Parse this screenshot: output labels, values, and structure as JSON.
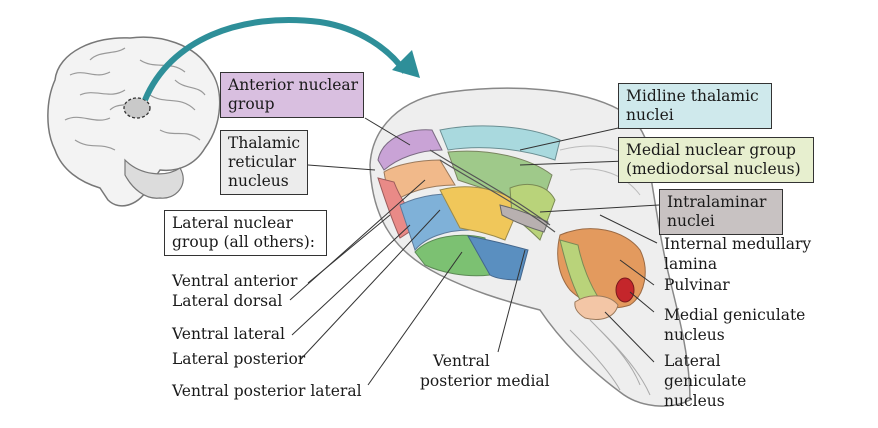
{
  "colors": {
    "anterior": "#d9bfe0",
    "reticular": "#ececec",
    "midline": "#cfe9ec",
    "medial": "#e7efcf",
    "intralaminar": "#c8c2c2",
    "lateral_group": "#ffffff",
    "arrow": "#2e8f99"
  },
  "boxes": {
    "anterior": [
      "Anterior nuclear",
      "group"
    ],
    "reticular": [
      "Thalamic",
      "reticular",
      "nucleus"
    ],
    "lateral_group": [
      "Lateral nuclear",
      "group (all others):"
    ],
    "midline": [
      "Midline thalamic",
      "nuclei"
    ],
    "medial": [
      "Medial nuclear group",
      "(mediodorsal nucleus)"
    ],
    "intralaminar": [
      "Intralaminar",
      "nuclei"
    ]
  },
  "labels": {
    "ventral_anterior": "Ventral anterior",
    "lateral_dorsal": "Lateral dorsal",
    "ventral_lateral": "Ventral lateral",
    "lateral_posterior": "Lateral posterior",
    "ventral_posterior_lateral": "Ventral posterior lateral",
    "ventral_posterior_medial": [
      "Ventral",
      "posterior medial"
    ],
    "internal_medullary_lamina": [
      "Internal medullary",
      "lamina"
    ],
    "pulvinar": "Pulvinar",
    "medial_geniculate": [
      "Medial geniculate",
      "nucleus"
    ],
    "lateral_geniculate": [
      "Lateral",
      "geniculate",
      "nucleus"
    ]
  }
}
